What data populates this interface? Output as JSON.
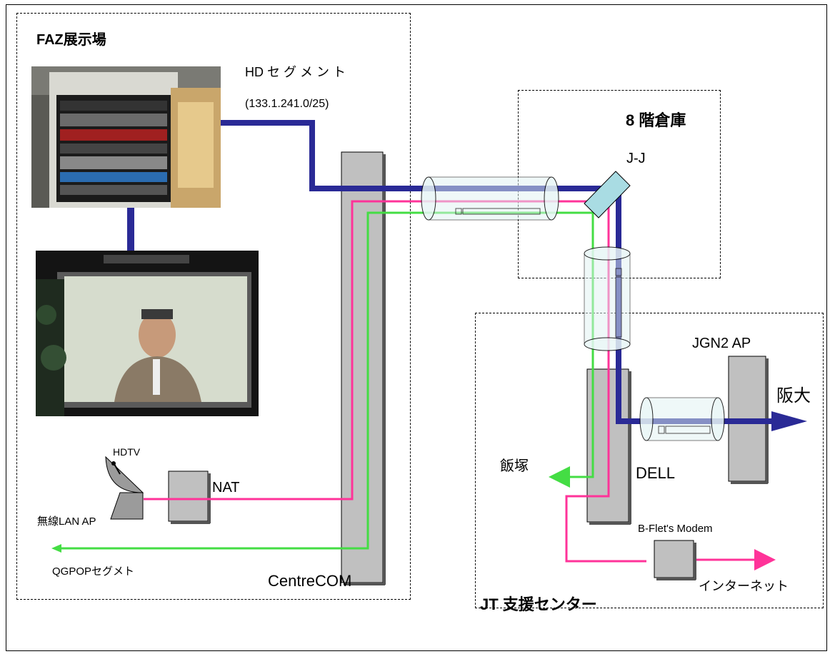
{
  "zones": {
    "faz": {
      "title": "FAZ展示場"
    },
    "floor8": {
      "title": "8 階倉庫"
    },
    "jt": {
      "title": "JT 支援センター"
    }
  },
  "labels": {
    "hd_segment": "HD セ グ メ ン ト",
    "hd_subnet": "(133.1.241.0/25)",
    "jj": "J-J",
    "jgn2": "JGN2 AP",
    "handai": "阪大",
    "iizuka": "飯塚",
    "dell": "DELL",
    "hdtv": "HDTV",
    "nat": "NAT",
    "wlan": "無線LAN AP",
    "qgpop": "QGPOPセグメト",
    "centrecom": "CentreCOM",
    "bflets": "B-Flet's Modem",
    "internet": "インターネット"
  },
  "colors": {
    "hd_line": "#2a2a96",
    "pink_line": "#ff3399",
    "green_line": "#44dd44",
    "box_fill": "#c0c0c0",
    "jj_fill": "#a9dce3",
    "tube_fill": "#dff2f2"
  }
}
